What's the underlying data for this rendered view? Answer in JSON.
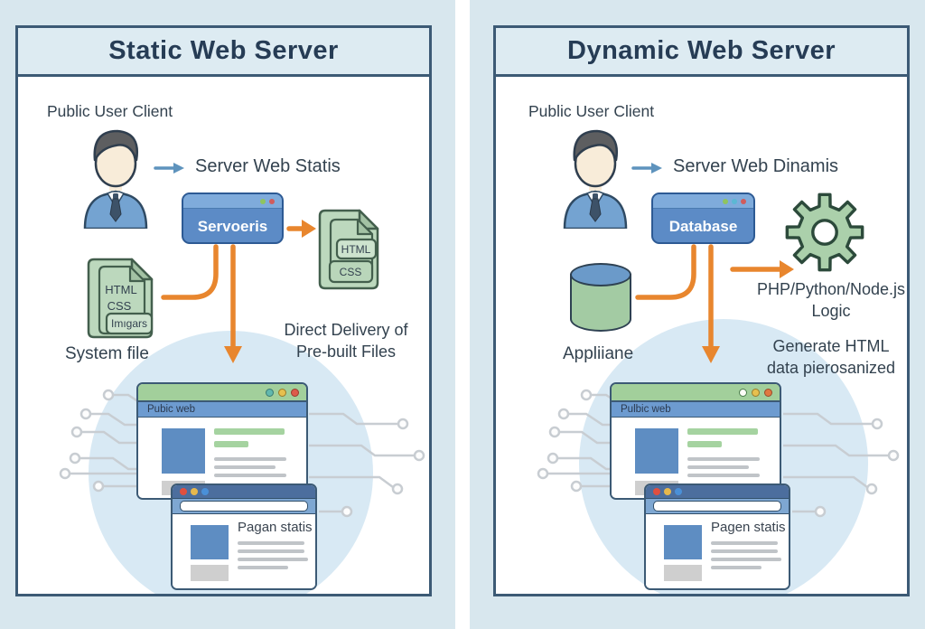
{
  "left_panel": {
    "title": "Static Web Server",
    "client_label": "Public User Client",
    "flow_label": "Server Web Statis",
    "server_box_label": "Servoeris",
    "system_stack": {
      "file1": "HTML",
      "file2": "CSS",
      "file3": "Imıgars"
    },
    "system_stack_caption": "System file",
    "output_stack": {
      "file1": "HTML",
      "file2": "CSS"
    },
    "note_line1": "Direct Delivery of",
    "note_line2": "Pre-built Files",
    "browser_main": {
      "url": "Pubic web"
    },
    "browser_page": {
      "heading": "Pagan statis"
    }
  },
  "right_panel": {
    "title": "Dynamic Web Server",
    "client_label": "Public User Client",
    "flow_label": "Server Web Dinamis",
    "server_box_label": "Database",
    "db_caption": "Appliiane",
    "logic_note_line1": "PHP/Python/Node.js",
    "logic_note_line2": "Logic",
    "generate_note_line1": "Generate HTML",
    "generate_note_line2": "data pierosanized",
    "browser_main": {
      "url": "Pulbic web"
    },
    "browser_page": {
      "heading": "Pagen statis"
    }
  },
  "icons": {
    "user-avatar": "person-bust",
    "flow-arrow": "→",
    "server-box": "titlebar-window",
    "file-stack": "stacked-documents",
    "gear": "⚙",
    "database": "cylinder",
    "browser-window": "window-mockup",
    "window-dots": "●●●",
    "circuit-decoration": "lines-with-nodes"
  },
  "colors": {
    "accent_orange": "#E8862E",
    "panel_border": "#3C5A75",
    "header_bg": "#DDEBF2",
    "box_blue": "#5C8BC6",
    "doc_green": "#BCD8BD",
    "outer_bg": "#D8E7EE",
    "blob_blue": "#D8E9F4"
  }
}
